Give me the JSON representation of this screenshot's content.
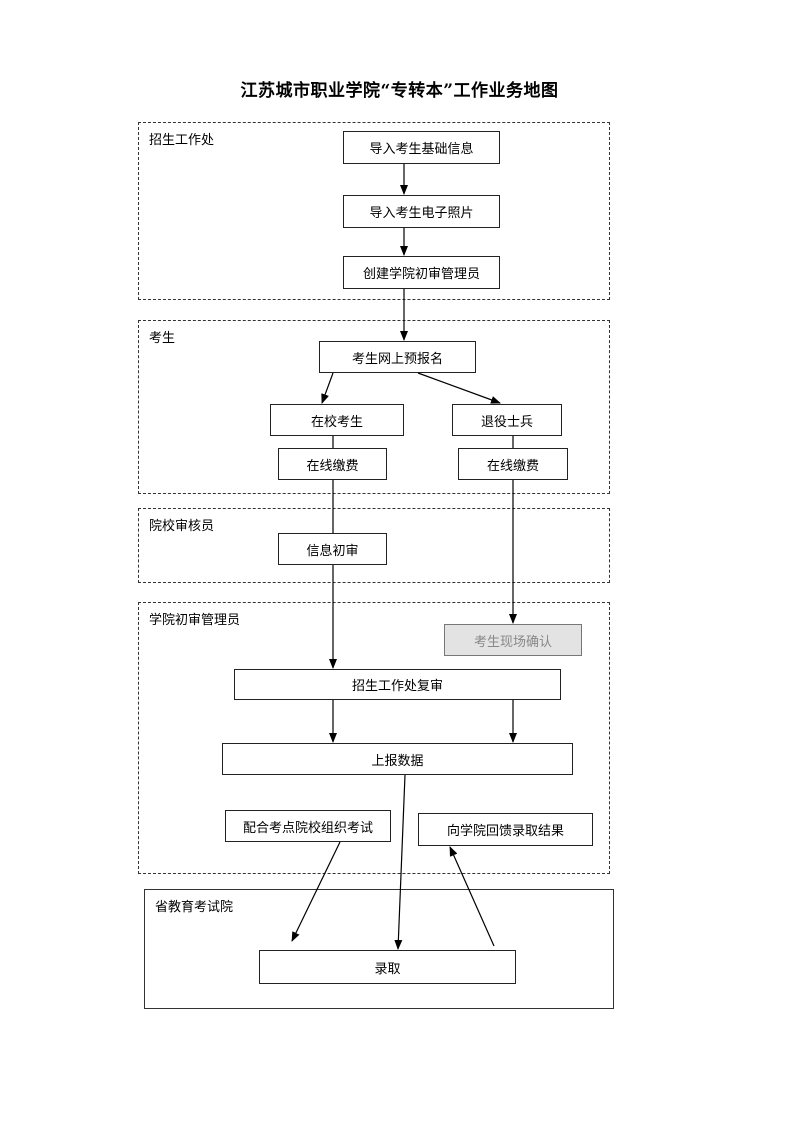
{
  "title": "江苏城市职业学院“专转本”工作业务地图",
  "lanes": {
    "zhaosheng": "招生工作处",
    "kaosheng": "考生",
    "shenhe": "院校审核员",
    "guanli": "学院初审管理员",
    "jiaoyu": "省教育考试院"
  },
  "nodes": {
    "n1": "导入考生基础信息",
    "n2": "导入考生电子照片",
    "n3": "创建学院初审管理员",
    "n4": "考生网上预报名",
    "n5": "在校考生",
    "n6": "退役士兵",
    "n7": "在线缴费",
    "n8": "在线缴费",
    "n9": "信息初审",
    "n10": "考生现场确认",
    "n11": "招生工作处复审",
    "n12": "上报数据",
    "n13": "配合考点院校组织考试",
    "n14": "向学院回馈录取结果",
    "n15": "录取"
  }
}
